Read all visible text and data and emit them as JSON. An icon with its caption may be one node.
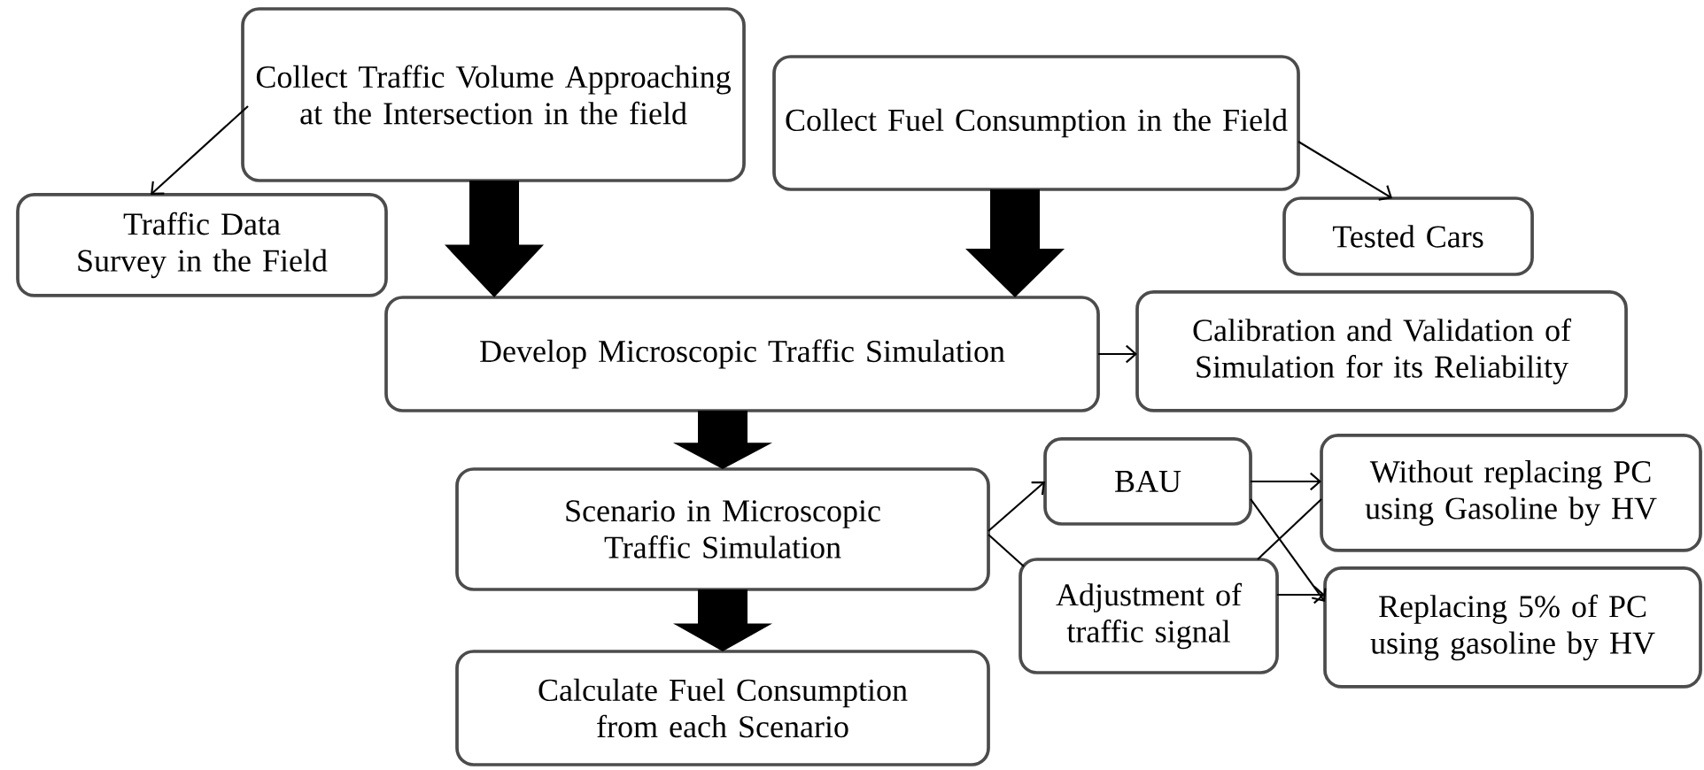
{
  "diagram": {
    "nodes": [
      {
        "text": [
          "Collect Traffic Volume Approaching at the Intersection in the field"
        ]
      },
      {
        "text": [
          "Collect Fuel Consumption in the Field"
        ]
      },
      {
        "text": [
          "Traffic Data Survey in the Field"
        ]
      },
      {
        "text": [
          "Tested Cars"
        ]
      },
      {
        "text": [
          "Develop Microscopic Traffic Simulation"
        ]
      },
      {
        "text": [
          "Calibration and Validation of Simulation for its Reliability"
        ]
      },
      {
        "text": [
          "Scenario in Microscopic Traffic Simulation"
        ]
      },
      {
        "text": [
          "BAU"
        ]
      },
      {
        "text": [
          "Adjustment of traffic signal"
        ]
      },
      {
        "text": [
          "Without replacing PC using Gasoline by HV"
        ]
      },
      {
        "text": [
          "Replacing 5% of PC using gasoline by HV"
        ]
      },
      {
        "text": [
          "Calculate Fuel Consumption from each Scenario"
        ]
      }
    ],
    "edges": [
      {
        "from": 0,
        "to": 2,
        "arrow": "to"
      },
      {
        "from": 1,
        "to": 3,
        "arrow": "to"
      },
      {
        "from": 0,
        "to": 4,
        "arrow": "to",
        "style": "thick"
      },
      {
        "from": 1,
        "to": 4,
        "arrow": "to",
        "style": "thick"
      },
      {
        "from": 4,
        "to": 5,
        "arrow": "to"
      },
      {
        "from": 4,
        "to": 6,
        "arrow": "to",
        "style": "thick"
      },
      {
        "from": 6,
        "to": 7,
        "arrow": "to"
      },
      {
        "from": 6,
        "to": 8,
        "arrow": "none"
      },
      {
        "from": 7,
        "to": 9,
        "arrow": "to"
      },
      {
        "from": 7,
        "to": 10,
        "arrow": "to"
      },
      {
        "from": 8,
        "to": 9,
        "arrow": "none"
      },
      {
        "from": 8,
        "to": 10,
        "arrow": "to"
      },
      {
        "from": 6,
        "to": 11,
        "arrow": "to",
        "style": "thick"
      }
    ]
  }
}
